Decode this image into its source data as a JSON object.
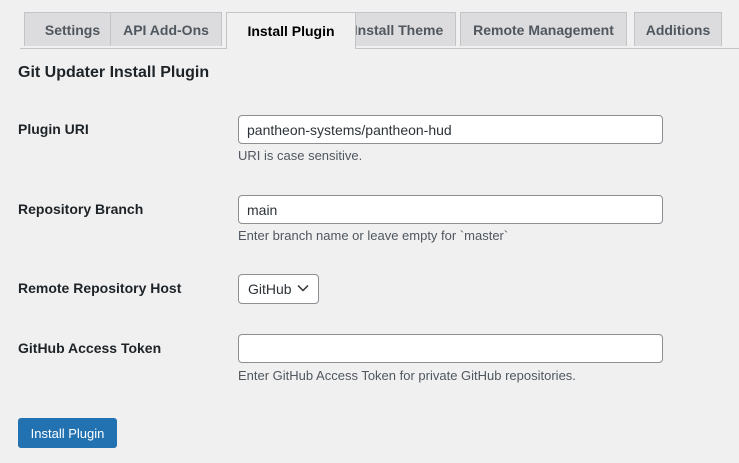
{
  "tabs": [
    {
      "label": "Settings"
    },
    {
      "label": "API Add-Ons"
    },
    {
      "label": "Install Plugin",
      "active": true
    },
    {
      "label": "Install Theme"
    },
    {
      "label": "Remote Management"
    },
    {
      "label": "Additions"
    }
  ],
  "heading": "Git Updater Install Plugin",
  "fields": {
    "plugin_uri": {
      "label": "Plugin URI",
      "value": "pantheon-systems/pantheon-hud",
      "description": "URI is case sensitive."
    },
    "branch": {
      "label": "Repository Branch",
      "value": "main",
      "description": "Enter branch name or leave empty for `master`"
    },
    "host": {
      "label": "Remote Repository Host",
      "selected": "GitHub",
      "icon": "chevron-down-icon"
    },
    "token": {
      "label": "GitHub Access Token",
      "value": "",
      "description": "Enter GitHub Access Token for private GitHub repositories."
    }
  },
  "submit_label": "Install Plugin",
  "colors": {
    "background": "#f0f0f1",
    "primary_button": "#2271b1",
    "inactive_tab": "#dcdcde",
    "border": "#c3c4c7"
  }
}
